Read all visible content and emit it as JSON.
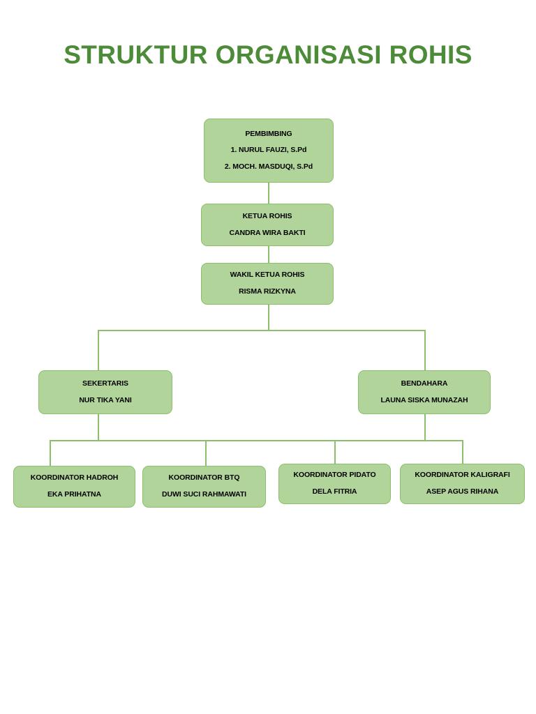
{
  "title": "STRUKTUR ORGANISASI ROHIS",
  "theme": {
    "title_color": "#4c8b38",
    "node_fill": "#b0d49a",
    "node_border": "#8cbf6b",
    "connector_color": "#8cbf6b",
    "background": "#ffffff",
    "text_color": "#000000"
  },
  "chart_data": {
    "type": "diagram",
    "title": "STRUKTUR ORGANISASI ROHIS",
    "nodes": [
      {
        "id": "pembimbing",
        "role": "PEMBIMBING",
        "names": [
          "1. NURUL FAUZI, S.Pd",
          "2. MOCH. MASDUQI, S.Pd"
        ],
        "level": 0
      },
      {
        "id": "ketua",
        "role": "KETUA ROHIS",
        "names": [
          "CANDRA WIRA BAKTI"
        ],
        "level": 1
      },
      {
        "id": "wakil",
        "role": "WAKIL KETUA ROHIS",
        "names": [
          "RISMA RIZKYNA"
        ],
        "level": 2
      },
      {
        "id": "sekertaris",
        "role": "SEKERTARIS",
        "names": [
          "NUR TIKA YANI"
        ],
        "level": 3
      },
      {
        "id": "bendahara",
        "role": "BENDAHARA",
        "names": [
          "LAUNA SISKA MUNAZAH"
        ],
        "level": 3
      },
      {
        "id": "hadroh",
        "role": "KOORDINATOR HADROH",
        "names": [
          "EKA PRIHATNA"
        ],
        "level": 4
      },
      {
        "id": "btq",
        "role": "KOORDINATOR BTQ",
        "names": [
          "DUWI SUCI RAHMAWATI"
        ],
        "level": 4
      },
      {
        "id": "pidato",
        "role": "KOORDINATOR PIDATO",
        "names": [
          "DELA FITRIA"
        ],
        "level": 4
      },
      {
        "id": "kaligrafi",
        "role": "KOORDINATOR KALIGRAFI",
        "names": [
          "ASEP AGUS RIHANA"
        ],
        "level": 4
      }
    ],
    "edges": [
      {
        "from": "pembimbing",
        "to": "ketua"
      },
      {
        "from": "ketua",
        "to": "wakil"
      },
      {
        "from": "wakil",
        "to": "sekertaris"
      },
      {
        "from": "wakil",
        "to": "bendahara"
      },
      {
        "from": "sekertaris",
        "to": "hadroh"
      },
      {
        "from": "sekertaris",
        "to": "btq"
      },
      {
        "from": "sekertaris",
        "to": "pidato"
      },
      {
        "from": "sekertaris",
        "to": "kaligrafi"
      },
      {
        "from": "bendahara",
        "to": "hadroh"
      },
      {
        "from": "bendahara",
        "to": "btq"
      },
      {
        "from": "bendahara",
        "to": "pidato"
      },
      {
        "from": "bendahara",
        "to": "kaligrafi"
      }
    ]
  },
  "nodes": {
    "pembimbing": {
      "role": "PEMBIMBING",
      "name1": "1. NURUL FAUZI, S.Pd",
      "name2": "2. MOCH. MASDUQI, S.Pd"
    },
    "ketua": {
      "role": "KETUA ROHIS",
      "name1": "CANDRA WIRA BAKTI"
    },
    "wakil": {
      "role": "WAKIL KETUA ROHIS",
      "name1": "RISMA RIZKYNA"
    },
    "sekertaris": {
      "role": "SEKERTARIS",
      "name1": "NUR TIKA YANI"
    },
    "bendahara": {
      "role": "BENDAHARA",
      "name1": "LAUNA SISKA MUNAZAH"
    },
    "hadroh": {
      "role": "KOORDINATOR HADROH",
      "name1": "EKA PRIHATNA"
    },
    "btq": {
      "role": "KOORDINATOR BTQ",
      "name1": "DUWI SUCI RAHMAWATI"
    },
    "pidato": {
      "role": "KOORDINATOR PIDATO",
      "name1": "DELA FITRIA"
    },
    "kaligrafi": {
      "role": "KOORDINATOR KALIGRAFI",
      "name1": "ASEP AGUS RIHANA"
    }
  }
}
